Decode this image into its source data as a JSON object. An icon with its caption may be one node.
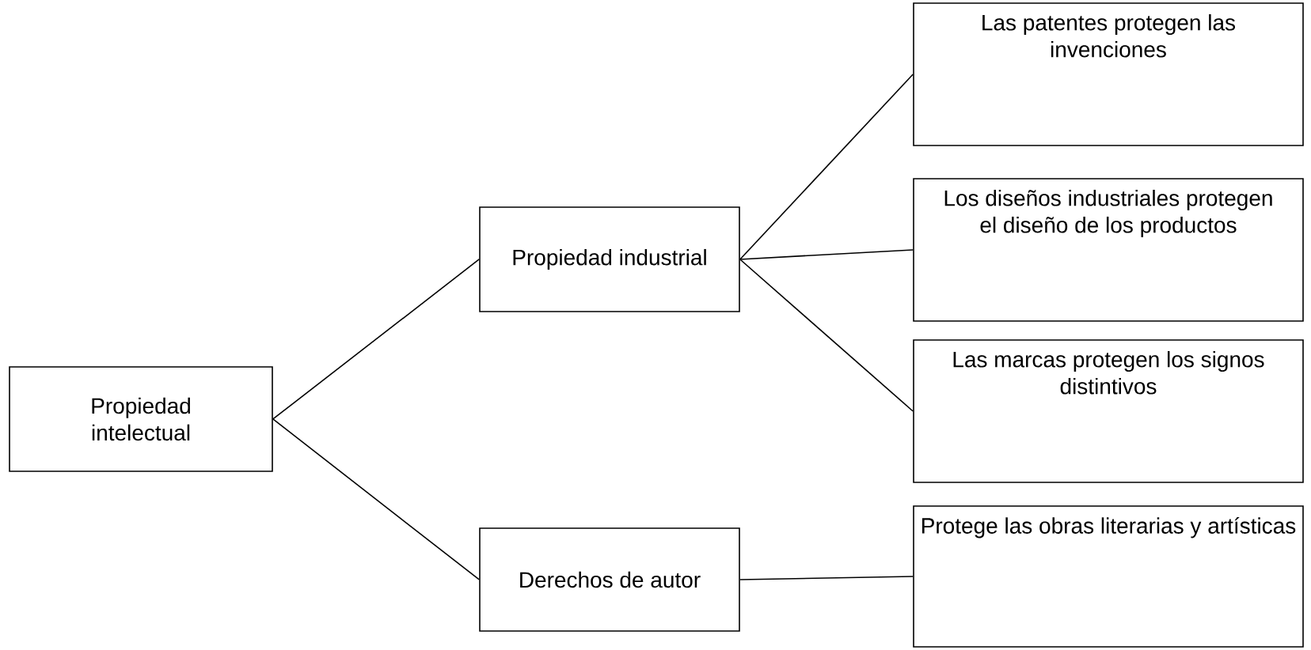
{
  "diagram": {
    "nodes": [
      {
        "text": [
          "Propiedad intelectual"
        ]
      },
      {
        "text": [
          "Propiedad industrial"
        ]
      },
      {
        "text": [
          "Derechos de autor"
        ]
      },
      {
        "text": [
          "Las patentes protegen las invenciones"
        ]
      },
      {
        "text": [
          "Los diseños industriales protegen el diseño de los productos"
        ]
      },
      {
        "text": [
          "Las marcas protegen los signos distintivos"
        ]
      },
      {
        "text": [
          "Protege las obras literarias y artísticas"
        ]
      }
    ],
    "edges": [
      {
        "from": 0,
        "to": 1,
        "arrow": "none"
      },
      {
        "from": 0,
        "to": 2,
        "arrow": "none"
      },
      {
        "from": 1,
        "to": 3,
        "arrow": "none"
      },
      {
        "from": 1,
        "to": 4,
        "arrow": "none"
      },
      {
        "from": 1,
        "to": 5,
        "arrow": "none"
      },
      {
        "from": 2,
        "to": 6,
        "arrow": "none"
      }
    ]
  }
}
